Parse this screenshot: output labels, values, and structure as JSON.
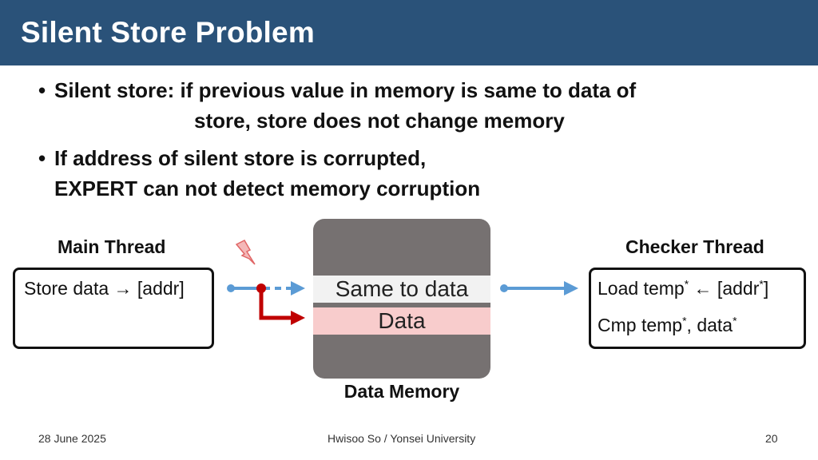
{
  "slide": {
    "title": "Silent Store Problem",
    "bullets": [
      {
        "line1": "Silent store: if previous value in memory is same to data of",
        "line2": "store, store does not change memory"
      },
      {
        "line1": "If address of silent store is corrupted,",
        "line2": "EXPERT can not detect memory corruption"
      }
    ]
  },
  "diagram": {
    "main_thread": {
      "label": "Main Thread",
      "instruction": "Store data → [addr]"
    },
    "checker_thread": {
      "label": "Checker Thread",
      "load": {
        "pre": "Load temp",
        "star": "*",
        "mid": " ← [addr",
        "star2": "*",
        "post": "]"
      },
      "cmp": {
        "pre": "Cmp temp",
        "star": "*",
        "mid": ", data",
        "star2": "*"
      }
    },
    "memory": {
      "label": "Data Memory",
      "row_same": "Same to data",
      "row_data": "Data"
    },
    "colors": {
      "correct_arrow": "#5b9bd5",
      "corrupt_arrow": "#c00000",
      "memory": "#767171",
      "title_bar": "#2a5279"
    }
  },
  "footer": {
    "date": "28 June 2025",
    "author": "Hwisoo So / Yonsei University",
    "page": "20"
  }
}
